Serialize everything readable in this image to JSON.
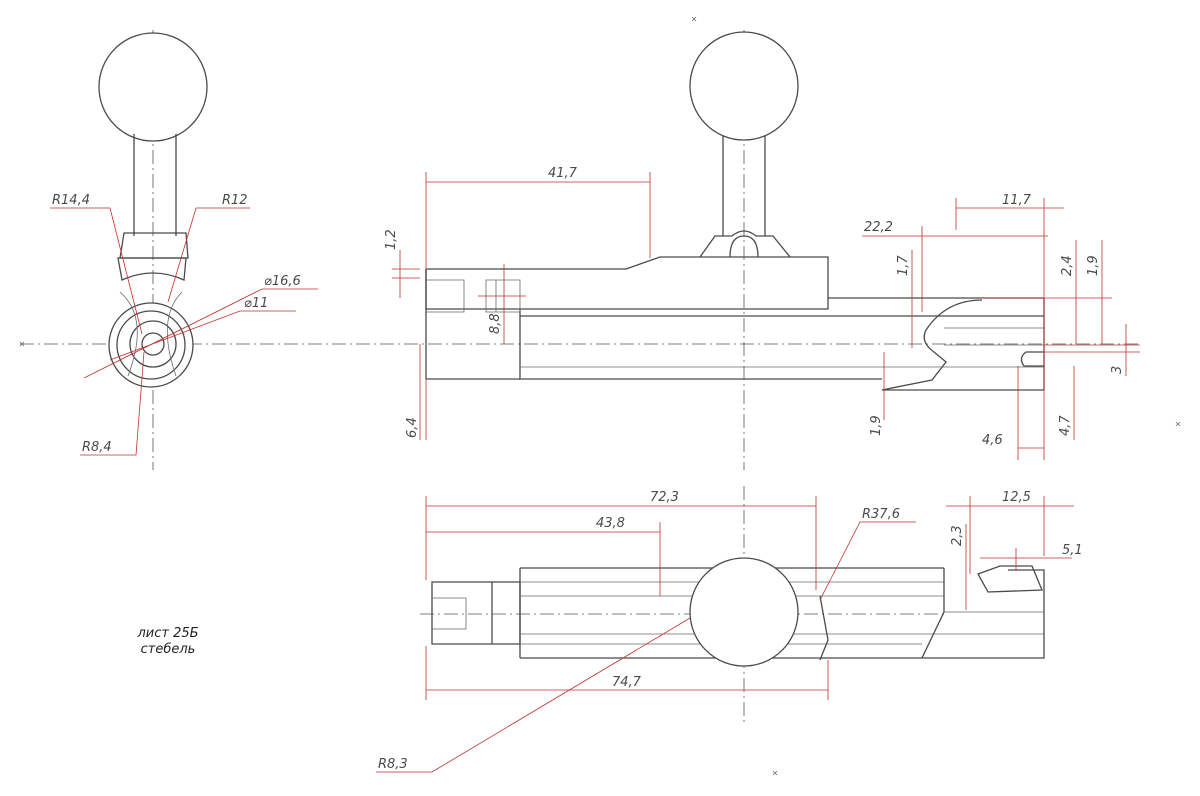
{
  "dimensions": {
    "r14_4": "R14,4",
    "r12": "R12",
    "d16_6": "⌀16,6",
    "d11": "⌀11",
    "r8_4": "R8,4",
    "d41_7": "41,7",
    "d1_2": "1,2",
    "d8_8": "8,8",
    "d6_4": "6,4",
    "d22_2": "22,2",
    "d11_7": "11,7",
    "d1_7": "1,7",
    "d2_4": "2,4",
    "d1_9a": "1,9",
    "d1_9b": "1,9",
    "d3": "3",
    "d4_6": "4,6",
    "d4_7": "4,7",
    "d72_3": "72,3",
    "d43_8": "43,8",
    "r37_6": "R37,6",
    "d12_5": "12,5",
    "d2_3": "2,3",
    "d5_1": "5,1",
    "d74_7": "74,7",
    "r8_3": "R8,3"
  },
  "title_note": {
    "line1": "лист 25Б",
    "line2": "стебель"
  },
  "colors": {
    "outline": "#4a4a4a",
    "dimension": "#c03030"
  }
}
